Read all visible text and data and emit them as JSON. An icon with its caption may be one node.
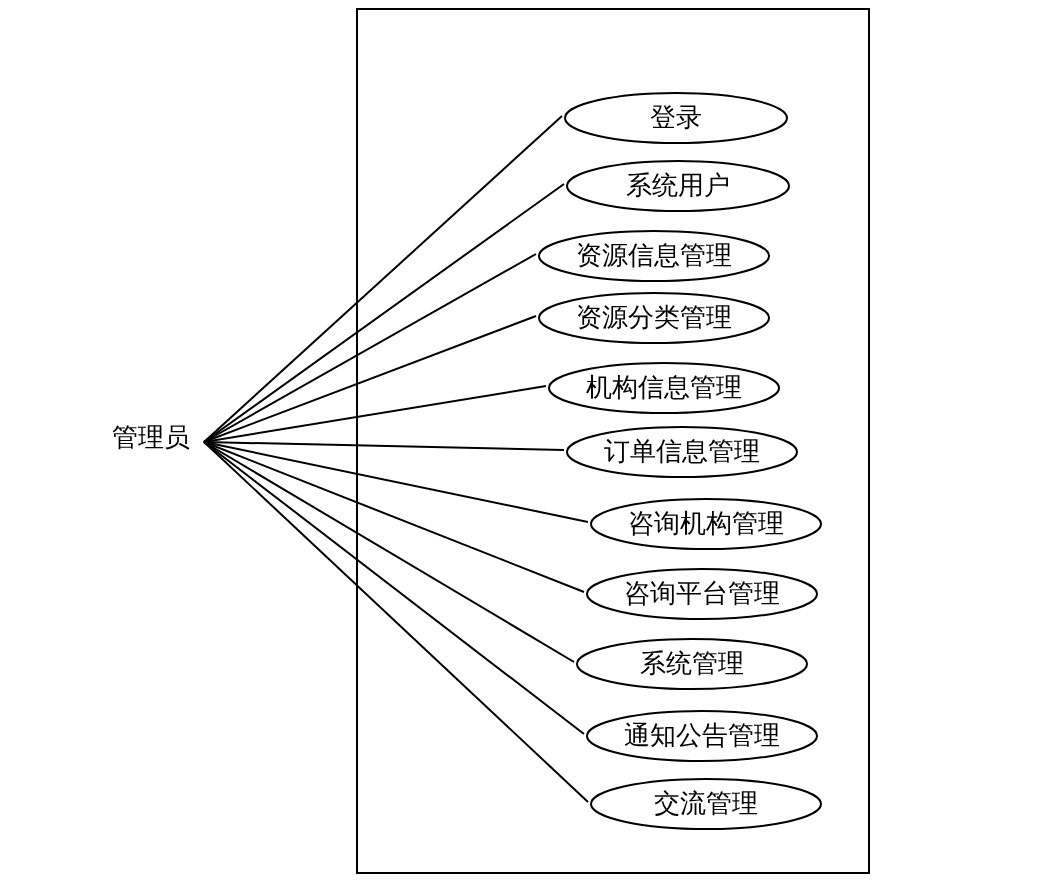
{
  "diagram": {
    "nodes": [
      {
        "text": [
          "管理员"
        ]
      },
      {
        "text": [],
        "shape": "box"
      },
      {
        "text": [
          "登录"
        ],
        "in": 1
      },
      {
        "text": [
          "系统用户"
        ],
        "in": 1
      },
      {
        "text": [
          "资源信息管理"
        ],
        "in": 1
      },
      {
        "text": [
          "资源分类管理"
        ],
        "in": 1
      },
      {
        "text": [
          "机构信息管理"
        ],
        "in": 1
      },
      {
        "text": [
          "订单信息管理"
        ],
        "in": 1
      },
      {
        "text": [
          "咨询机构管理"
        ],
        "in": 1
      },
      {
        "text": [
          "咨询平台管理"
        ],
        "in": 1
      },
      {
        "text": [
          "系统管理"
        ],
        "in": 1
      },
      {
        "text": [
          "通知公告管理"
        ],
        "in": 1
      },
      {
        "text": [
          "交流管理"
        ],
        "in": 1
      }
    ],
    "edges": [
      {
        "from": 0,
        "to": 2,
        "arrow": "none"
      },
      {
        "from": 0,
        "to": 3,
        "arrow": "none"
      },
      {
        "from": 0,
        "to": 4,
        "arrow": "none"
      },
      {
        "from": 0,
        "to": 5,
        "arrow": "none"
      },
      {
        "from": 0,
        "to": 6,
        "arrow": "none"
      },
      {
        "from": 0,
        "to": 7,
        "arrow": "none"
      },
      {
        "from": 0,
        "to": 8,
        "arrow": "none"
      },
      {
        "from": 0,
        "to": 9,
        "arrow": "none"
      },
      {
        "from": 0,
        "to": 10,
        "arrow": "none"
      },
      {
        "from": 0,
        "to": 11,
        "arrow": "none"
      },
      {
        "from": 0,
        "to": 12,
        "arrow": "none"
      }
    ]
  }
}
